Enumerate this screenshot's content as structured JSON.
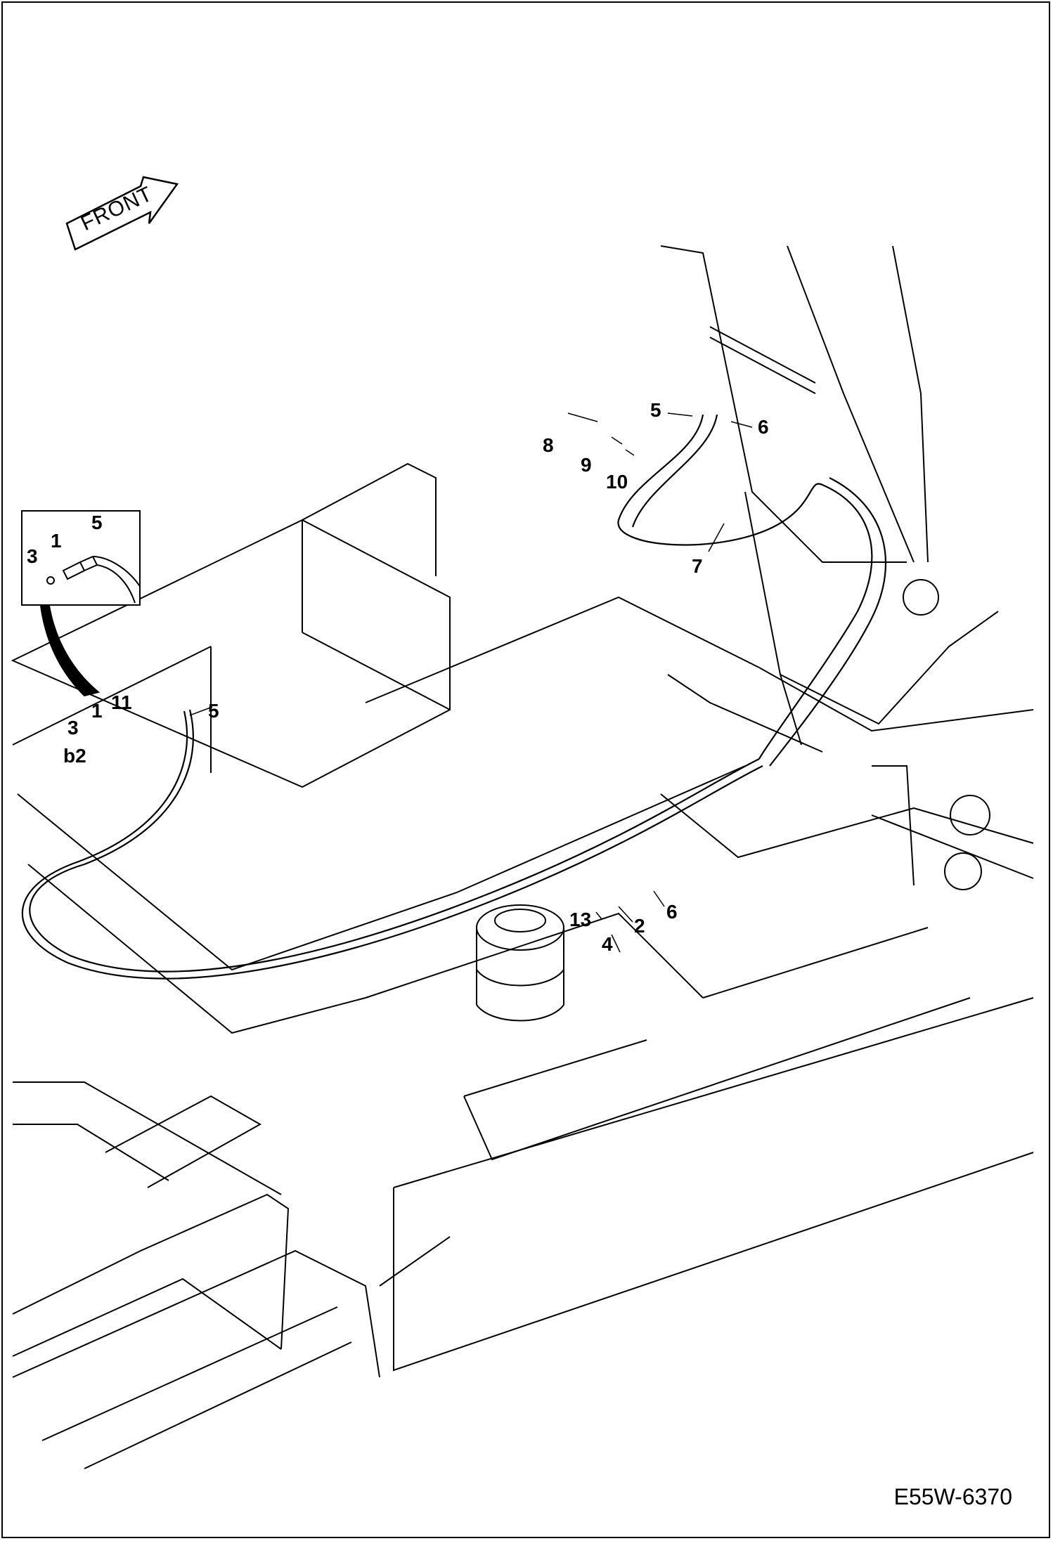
{
  "front_arrow": {
    "label": "FRONT"
  },
  "drawing_code": "E55W-6370",
  "inset": {
    "callouts": {
      "c3": "3",
      "c1": "1",
      "c5": "5"
    }
  },
  "callouts": {
    "c1": "1",
    "c11": "11",
    "c3": "3",
    "cb2": "b2",
    "c5": "5",
    "c5_top": "5",
    "c6_top": "6",
    "c8": "8",
    "c9": "9",
    "c10": "10",
    "c7": "7",
    "c13": "13",
    "c2": "2",
    "c4": "4",
    "c6_bottom": "6"
  }
}
